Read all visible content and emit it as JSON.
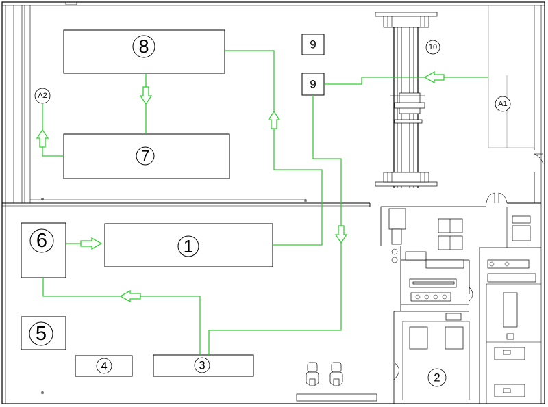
{
  "labels": {
    "area_1": "1",
    "area_2": "2",
    "area_3": "3",
    "area_4": "4",
    "area_5": "5",
    "area_6": "6",
    "area_7": "7",
    "area_8": "8",
    "area_9_top": "9",
    "area_9_mid": "9",
    "area_10": "10",
    "area_a1": "A1",
    "area_a2": "A2"
  },
  "colors": {
    "flow": "#2ed12e",
    "walls": "#000000",
    "background": "#ffffff"
  }
}
